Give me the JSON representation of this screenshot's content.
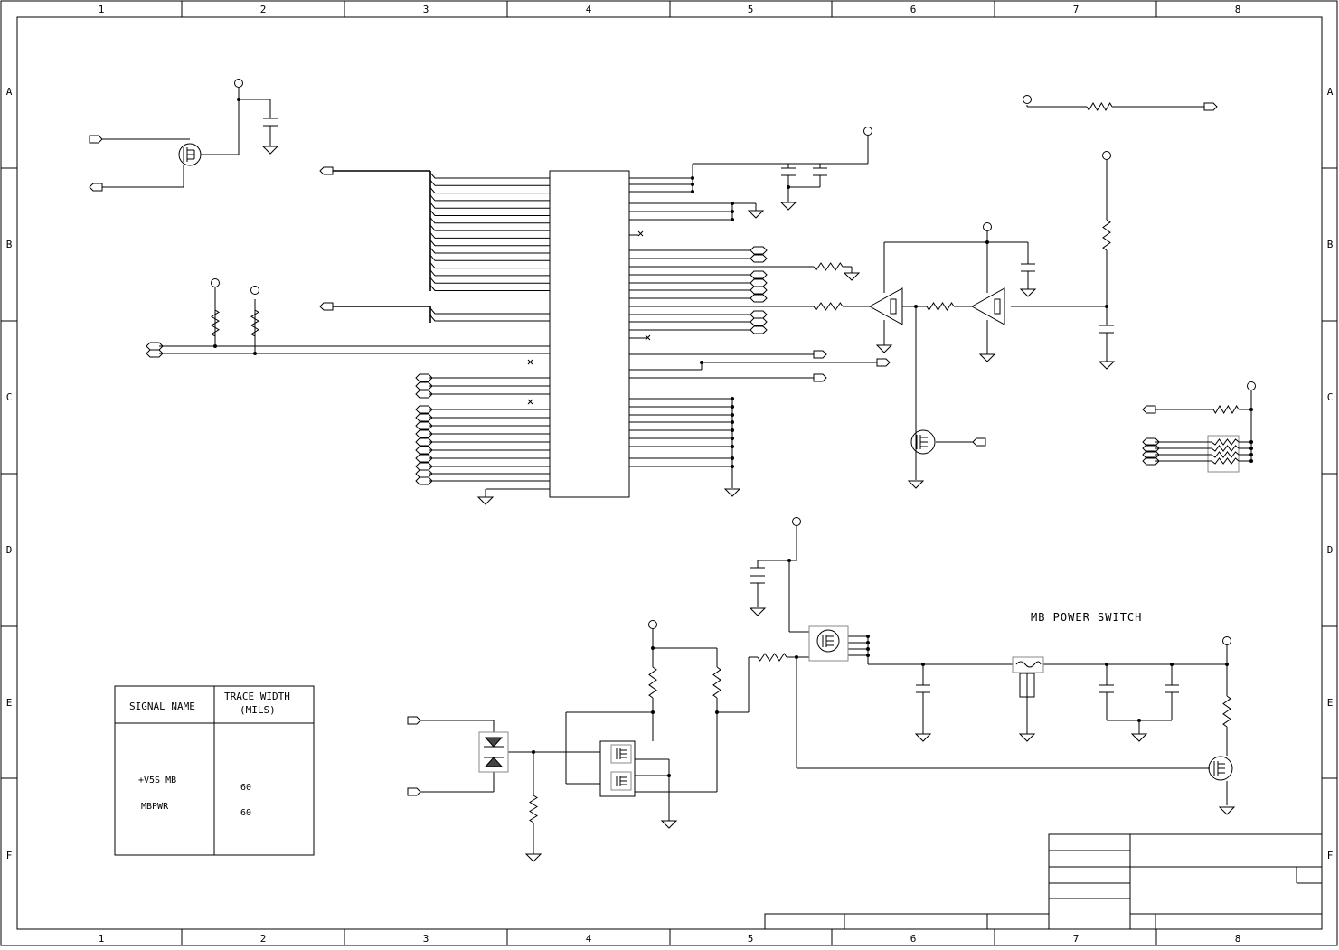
{
  "frame": {
    "columns": [
      "1",
      "2",
      "3",
      "4",
      "5",
      "6",
      "7",
      "8"
    ],
    "rows": [
      "A",
      "B",
      "C",
      "D",
      "E",
      "F"
    ]
  },
  "section_title": "MB POWER SWITCH",
  "trace_table": {
    "header_signal": "SIGNAL NAME",
    "header_width_line1": "TRACE WIDTH",
    "header_width_line2": "(MILS)",
    "rows": [
      {
        "signal": "+V5S_MB",
        "width": "60"
      },
      {
        "signal": "MBPWR",
        "width": "60"
      }
    ]
  }
}
